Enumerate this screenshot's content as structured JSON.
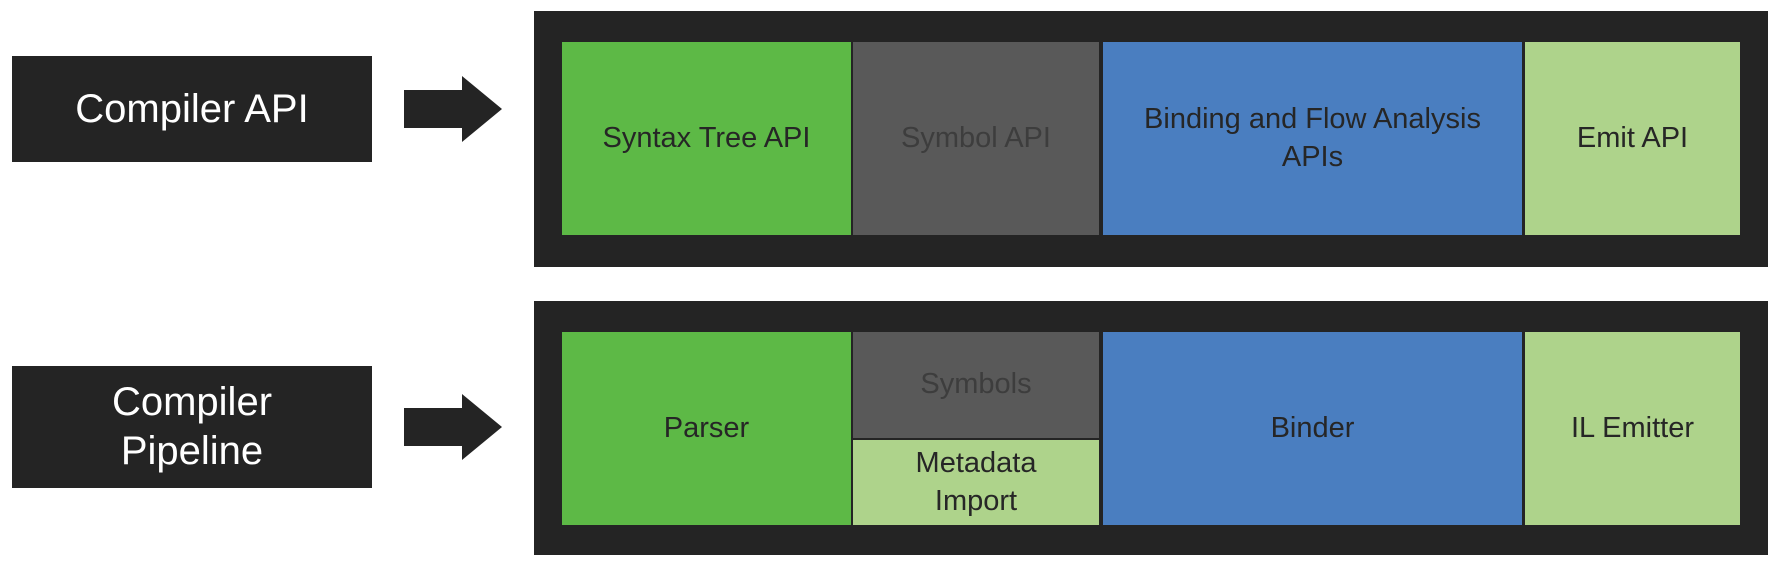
{
  "colors": {
    "dark": "#242424",
    "green": "#5db946",
    "gray": "#595959",
    "blue": "#4a7ec0",
    "light_green": "#aed38b",
    "text_dark": "#262626",
    "text_on_gray": "#3d3d3d",
    "text_on_dark": "#ffffff",
    "background": "#ffffff"
  },
  "icons": {
    "arrow": "right-block-arrow-icon"
  },
  "rows": [
    {
      "label": "Compiler API",
      "segments": [
        {
          "label": "Syntax Tree API"
        },
        {
          "label": "Symbol API"
        },
        {
          "label": "Binding and Flow Analysis APIs"
        },
        {
          "label": "Emit API"
        }
      ]
    },
    {
      "label": "Compiler Pipeline",
      "segments": [
        {
          "label": "Parser"
        },
        {
          "label": "Symbols"
        },
        {
          "label": "Metadata Import"
        },
        {
          "label": "Binder"
        },
        {
          "label": "IL Emitter"
        }
      ]
    }
  ]
}
